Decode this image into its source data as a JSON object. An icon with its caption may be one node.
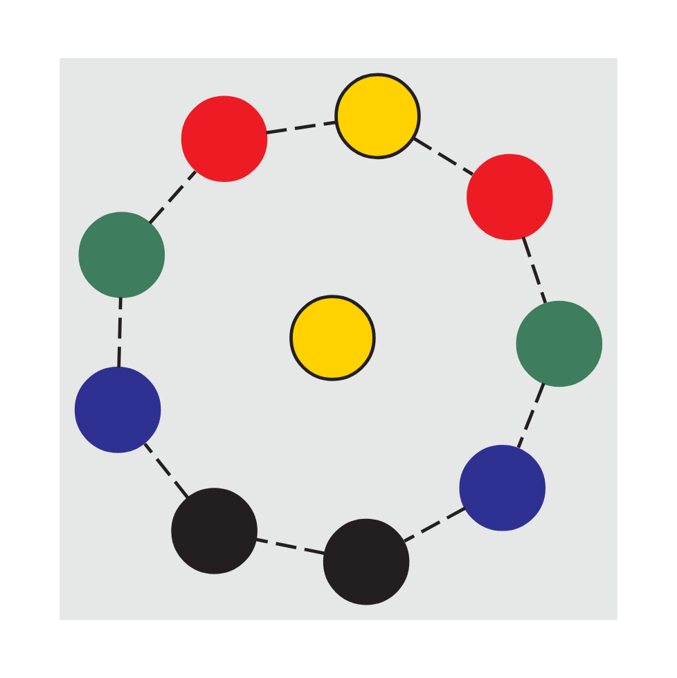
{
  "diagram": {
    "nodes": [
      {
        "text": [],
        "shape": "circle"
      },
      {
        "text": [],
        "shape": "circle"
      },
      {
        "text": [],
        "shape": "circle"
      },
      {
        "text": [],
        "shape": "circle"
      },
      {
        "text": [],
        "shape": "circle"
      },
      {
        "text": [],
        "shape": "circle"
      },
      {
        "text": [],
        "shape": "circle"
      },
      {
        "text": [],
        "shape": "circle"
      },
      {
        "text": [],
        "shape": "circle"
      },
      {
        "text": [],
        "shape": "circle"
      }
    ],
    "edges": [
      {
        "from": 0,
        "to": 2,
        "arrow": "none",
        "style": "dashed"
      },
      {
        "from": 2,
        "to": 4,
        "arrow": "none",
        "style": "dashed"
      },
      {
        "from": 4,
        "to": 7,
        "arrow": "none",
        "style": "dashed"
      },
      {
        "from": 7,
        "to": 9,
        "arrow": "none",
        "style": "dashed"
      },
      {
        "from": 9,
        "to": 8,
        "arrow": "none",
        "style": "dashed"
      },
      {
        "from": 8,
        "to": 6,
        "arrow": "none",
        "style": "dashed"
      },
      {
        "from": 6,
        "to": 3,
        "arrow": "none",
        "style": "dashed"
      },
      {
        "from": 3,
        "to": 1,
        "arrow": "none",
        "style": "dashed"
      },
      {
        "from": 1,
        "to": 0,
        "arrow": "none",
        "style": "dashed"
      }
    ]
  }
}
